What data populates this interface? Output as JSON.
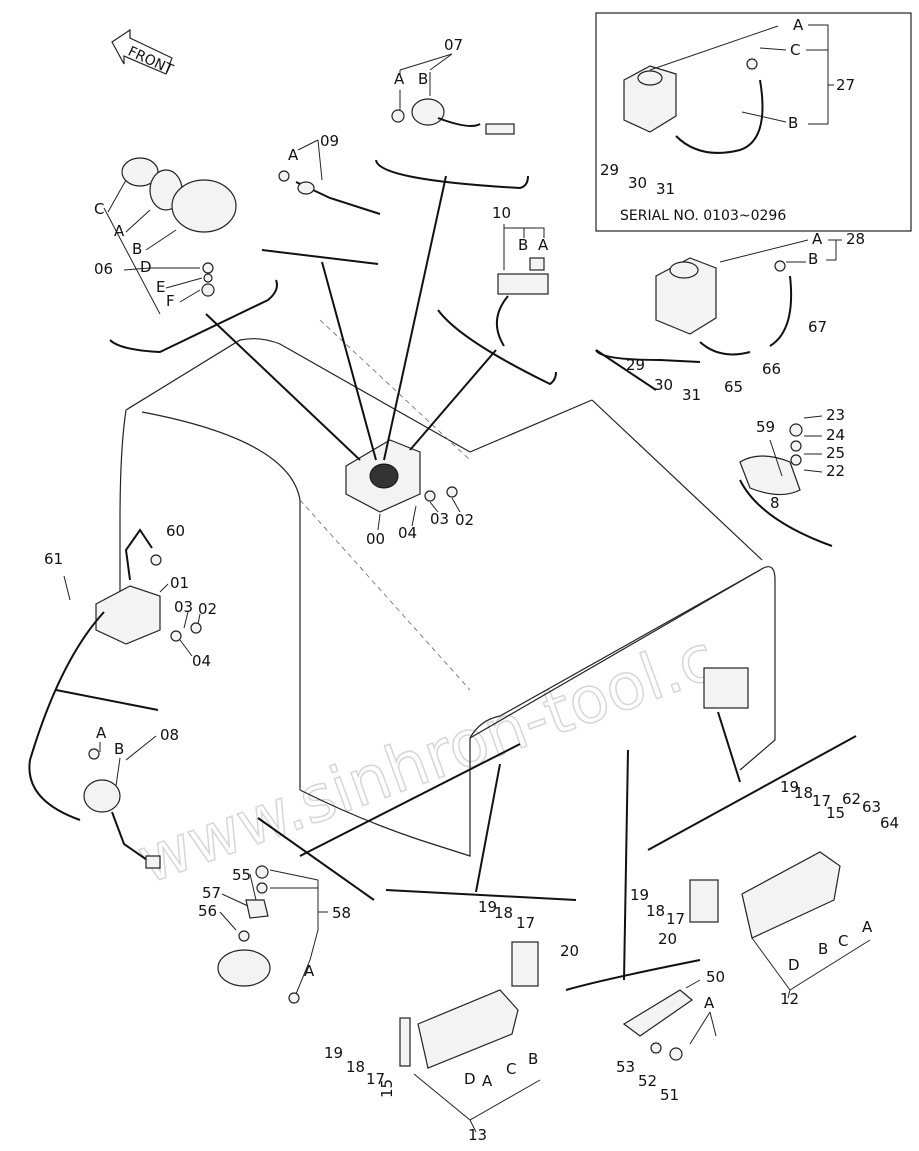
{
  "diagram": {
    "front_label": "FRONT",
    "serial_note": "SERIAL NO. 0103~0296",
    "watermark": "www.sinhron-tool.c",
    "callouts": {
      "c07": "07",
      "c09": "09",
      "c10": "10",
      "c06": "06",
      "c27": "27",
      "c28": "28",
      "c00": "00",
      "c01": "01",
      "c02a": "02",
      "c02b": "02",
      "c03a": "03",
      "c03b": "03",
      "c04a": "04",
      "c04b": "04",
      "c08": "08",
      "c60": "60",
      "c61": "61",
      "c12": "12",
      "c13": "13",
      "c15a": "15",
      "c15b": "15",
      "c17a": "17",
      "c17b": "17",
      "c17c": "17",
      "c17d": "17",
      "c18a": "18",
      "c18b": "18",
      "c18c": "18",
      "c18d": "18",
      "c19a": "19",
      "c19b": "19",
      "c19c": "19",
      "c19d": "19",
      "c20a": "20",
      "c20b": "20",
      "c22": "22",
      "c23": "23",
      "c24": "24",
      "c25": "25",
      "c59": "59",
      "c8": "8",
      "c29a": "29",
      "c29b": "29",
      "c30a": "30",
      "c30b": "30",
      "c31a": "31",
      "c31b": "31",
      "c50": "50",
      "c51": "51",
      "c52": "52",
      "c53": "53",
      "c55": "55",
      "c56": "56",
      "c57": "57",
      "c58": "58",
      "c62": "62",
      "c63": "63",
      "c64": "64",
      "c65": "65",
      "c66": "66",
      "c67": "67"
    },
    "letters": {
      "a07": "A",
      "b07": "B",
      "a09": "A",
      "a10": "A",
      "b10": "B",
      "a06": "A",
      "b06": "B",
      "c06": "C",
      "d06": "D",
      "e06": "E",
      "f06": "F",
      "a27": "A",
      "b27": "B",
      "c27": "C",
      "a28": "A",
      "b28": "B",
      "a08": "A",
      "b08": "B",
      "a58": "A",
      "a50": "A",
      "a12": "A",
      "b12": "B",
      "c12": "C",
      "d12": "D",
      "a13": "A",
      "b13": "B",
      "c13": "C",
      "d13": "D"
    }
  }
}
